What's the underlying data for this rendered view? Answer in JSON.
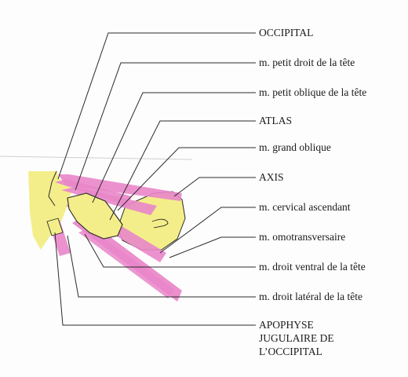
{
  "labels": [
    {
      "id": "occipital",
      "text": "OCCIPITAL"
    },
    {
      "id": "petit-droit",
      "text": "m. petit droit de la tête"
    },
    {
      "id": "petit-oblique",
      "text": "m. petit oblique de la tête"
    },
    {
      "id": "atlas",
      "text": "ATLAS"
    },
    {
      "id": "grand-oblique",
      "text": "m. grand oblique"
    },
    {
      "id": "axis",
      "text": "AXIS"
    },
    {
      "id": "cervical-ascendant",
      "text": "m. cervical ascendant"
    },
    {
      "id": "omotransversaire",
      "text": "m. omotransversaire"
    },
    {
      "id": "droit-ventral",
      "text": "m. droit ventral de la tête"
    },
    {
      "id": "droit-lateral",
      "text": "m. droit latéral de la tête"
    },
    {
      "id": "apophyse-jugulaire",
      "lines": [
        "APOPHYSE",
        "JUGULAIRE DE",
        "L’OCCIPITAL"
      ]
    }
  ],
  "colors": {
    "bone": "#f3ee8a",
    "muscle": "#e986c9",
    "muscle_dark": "#c95aa6",
    "outline": "#2a2a2a",
    "text": "#1a1a1a"
  }
}
